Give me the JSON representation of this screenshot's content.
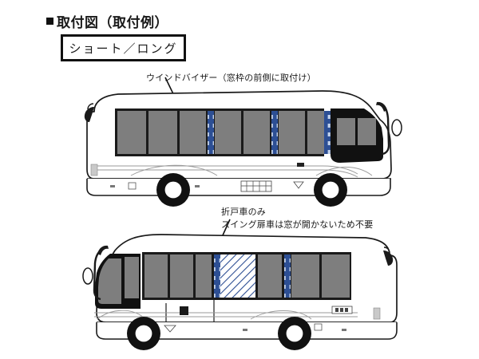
{
  "document": {
    "heading": "取付図（取付例）",
    "heading_bullet": "square-bullet"
  },
  "variant_box": {
    "label": "ショート／ロング"
  },
  "callouts": [
    {
      "id": "wind-visor",
      "lines": [
        "ウインドバイザー（窓枠の前側に取付け）"
      ],
      "target": "top-bus-visor-strip"
    },
    {
      "id": "folding-door-only",
      "lines": [
        "折戸車のみ",
        "スイング扉車は窓が開かないため不要"
      ],
      "target": "bottom-bus-hatched-window"
    }
  ],
  "figures": [
    {
      "id": "bus-short-long",
      "name": "ショート／ロング バス側面図",
      "orientation": "front-right",
      "window_count": 8,
      "visor_strip_count": 3,
      "hatched_window_count": 0
    },
    {
      "id": "bus-folding-door",
      "name": "折戸車 バス側面図",
      "orientation": "front-left",
      "window_count": 8,
      "visor_strip_count": 2,
      "hatched_window_count": 1
    }
  ],
  "colors": {
    "window_glass": "#7e7e7e",
    "window_frame": "#1a1a1a",
    "visor_blue": "#2d4f94",
    "visor_dot": "#b9c9e6",
    "body": "#ffffff",
    "outline": "#1a1a1a",
    "dark_glass": "#111111",
    "tire": "#111111",
    "text": "#1a1a1a"
  }
}
